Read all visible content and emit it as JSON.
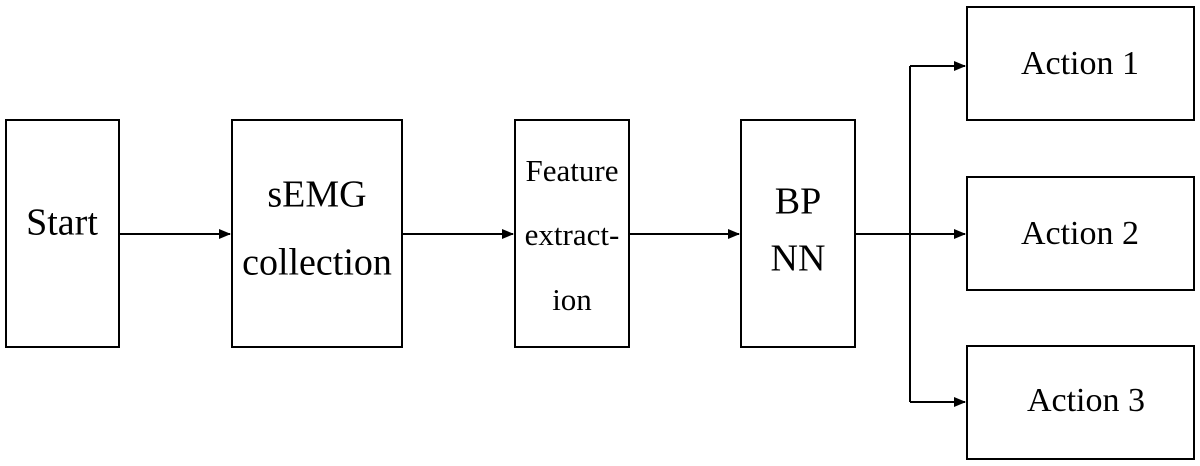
{
  "nodes": {
    "start": {
      "lines": [
        "Start"
      ]
    },
    "semg": {
      "lines": [
        "sEMG",
        "collection"
      ]
    },
    "feature": {
      "lines": [
        "Feature",
        "extract-",
        "ion"
      ]
    },
    "bpnn": {
      "lines": [
        "BP",
        "NN"
      ]
    },
    "action1": {
      "lines": [
        "Action 1"
      ]
    },
    "action2": {
      "lines": [
        "Action 2"
      ]
    },
    "action3": {
      "lines": [
        "Action 3"
      ]
    }
  },
  "edges": [
    {
      "from": "start",
      "to": "semg"
    },
    {
      "from": "semg",
      "to": "feature"
    },
    {
      "from": "feature",
      "to": "bpnn"
    },
    {
      "from": "bpnn",
      "to": "action1"
    },
    {
      "from": "bpnn",
      "to": "action2"
    },
    {
      "from": "bpnn",
      "to": "action3"
    }
  ],
  "colors": {
    "stroke": "#000000",
    "fill": "#ffffff"
  }
}
